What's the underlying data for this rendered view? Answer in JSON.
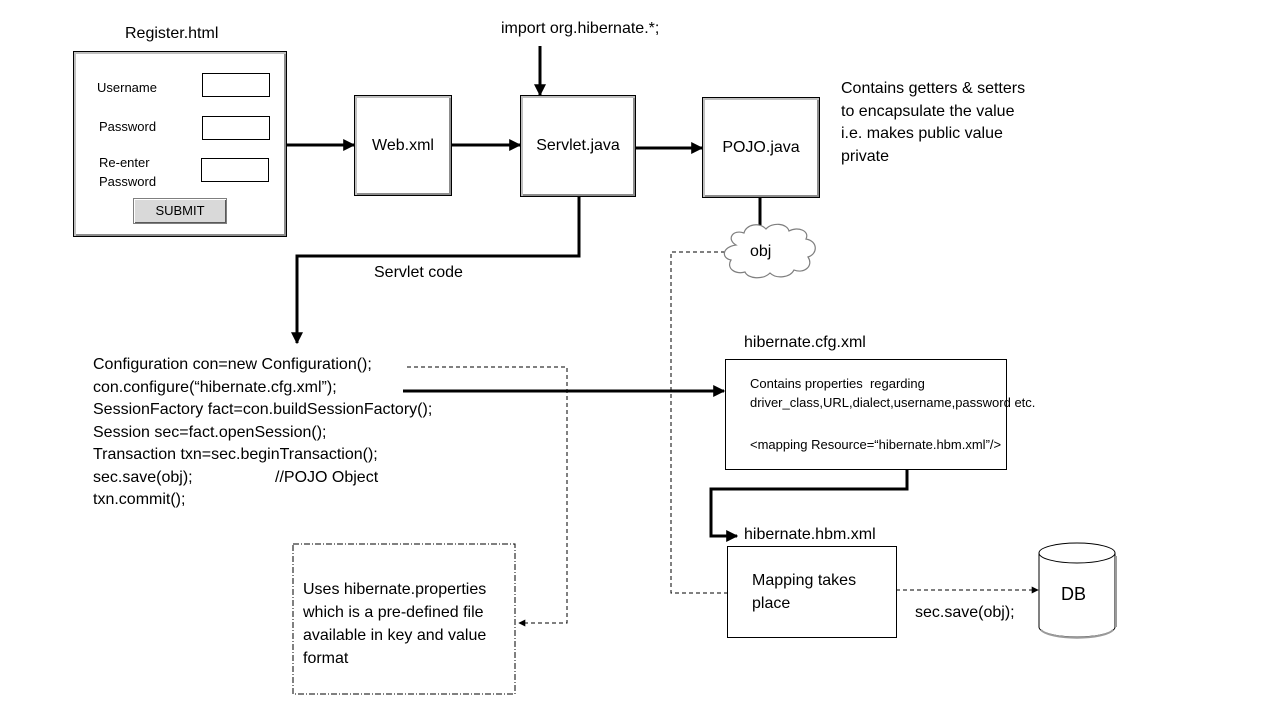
{
  "register": {
    "title": "Register.html",
    "username_label": "Username",
    "password_label": "Password",
    "reenter_label_line1": "Re-enter",
    "reenter_label_line2": "Password",
    "submit_label": "SUBMIT"
  },
  "nodes": {
    "webxml": "Web.xml",
    "servlet": "Servlet.java",
    "pojo": "POJO.java",
    "import_text": "import org.hibernate.*;",
    "obj": "obj",
    "pojo_note": [
      "Contains getters & setters",
      "to encapsulate the value",
      "i.e. makes public value",
      "private"
    ],
    "servlet_code_label": "Servlet code",
    "db": "DB",
    "sec_save": "sec.save(obj);"
  },
  "code_lines": [
    "Configuration con=new Configuration();",
    "con.configure(“hibernate.cfg.xml”);",
    "SessionFactory fact=con.buildSessionFactory();",
    "Session sec=fact.openSession();",
    "Transaction txn=sec.beginTransaction();",
    "sec.save(obj);",
    "txn.commit();"
  ],
  "code_comment": "//POJO Object",
  "cfg": {
    "title": "hibernate.cfg.xml",
    "line1": "Contains properties  regarding",
    "line2": "driver_class,URL,dialect,username,password etc.",
    "line3": "<mapping Resource=“hibernate.hbm.xml”/>"
  },
  "hbm": {
    "title": "hibernate.hbm.xml",
    "line1": "Mapping takes",
    "line2": "place"
  },
  "props_note": [
    "Uses hibernate.properties",
    "which is a pre-defined file",
    "available in key and value",
    "format"
  ]
}
